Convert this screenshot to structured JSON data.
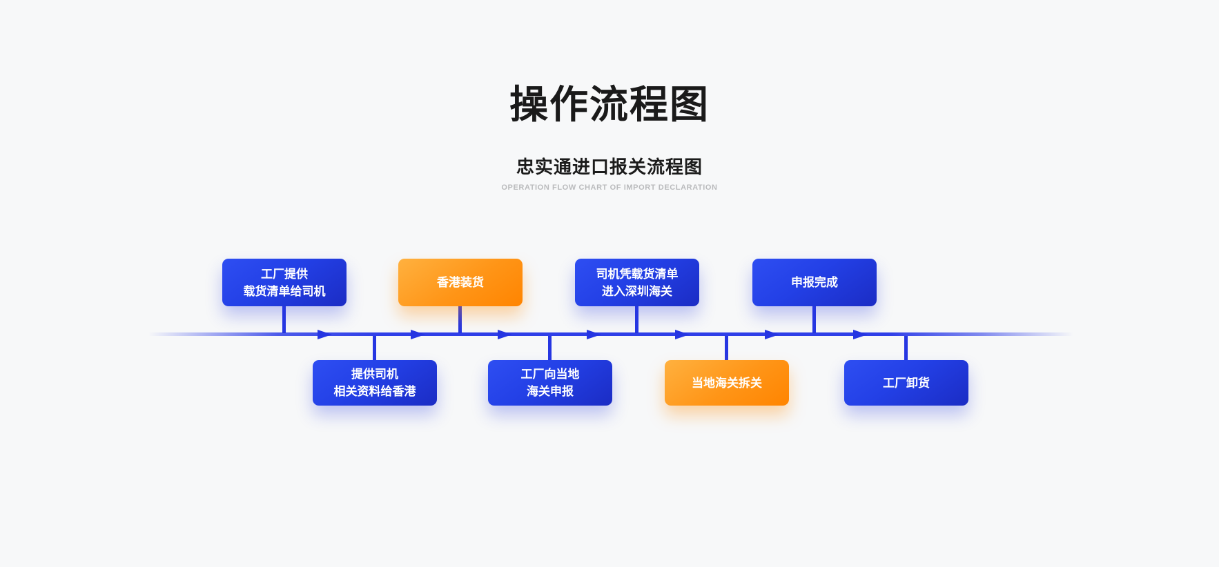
{
  "header": {
    "title": "操作流程图",
    "subtitle": "忠实通进口报关流程图",
    "caption": "OPERATION FLOW CHART OF IMPORT DECLARATION"
  },
  "colors": {
    "background": "#f7f8f9",
    "timeline_blue": "#2f3fe8",
    "node_blue_start": "#2e4ef2",
    "node_blue_end": "#1b2cc4",
    "node_orange_start": "#ffb13f",
    "node_orange_end": "#ff8400",
    "node_text": "#ffffff",
    "title_text": "#1a1a1a",
    "caption_text": "#b9babc"
  },
  "flow": {
    "direction": "left-to-right",
    "steps": [
      {
        "id": "factory-provides-manifest",
        "row": "top",
        "color": "blue",
        "line1": "工厂提供",
        "line2": "载货清单给司机"
      },
      {
        "id": "provide-driver-info-to-hongkong",
        "row": "bottom",
        "color": "blue",
        "line1": "提供司机",
        "line2": "相关资料给香港"
      },
      {
        "id": "hongkong-loading",
        "row": "top",
        "color": "orange",
        "line1": "香港装货"
      },
      {
        "id": "factory-declares-to-local-customs",
        "row": "bottom",
        "color": "blue",
        "line1": "工厂向当地",
        "line2": "海关申报"
      },
      {
        "id": "driver-enters-shenzhen-customs",
        "row": "top",
        "color": "blue",
        "line1": "司机凭载货清单",
        "line2": "进入深圳海关"
      },
      {
        "id": "local-customs-release",
        "row": "bottom",
        "color": "orange",
        "line1": "当地海关拆关"
      },
      {
        "id": "declaration-complete",
        "row": "top",
        "color": "blue",
        "line1": "申报完成"
      },
      {
        "id": "factory-unloading",
        "row": "bottom",
        "color": "blue",
        "line1": "工厂卸货"
      }
    ]
  }
}
